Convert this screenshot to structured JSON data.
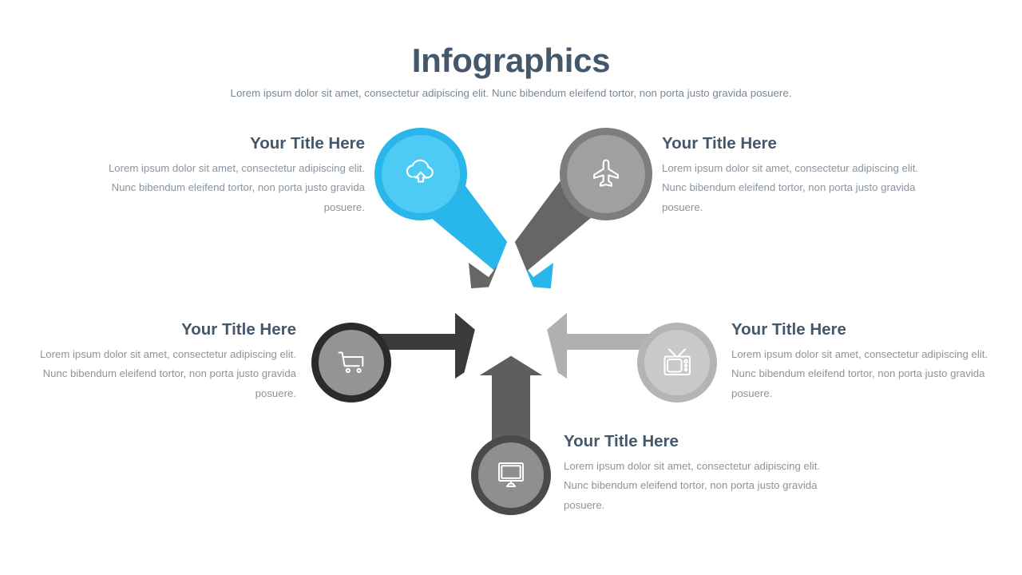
{
  "header": {
    "title": "Infographics",
    "subtitle": "Lorem ipsum dolor sit amet, consectetur adipiscing elit. Nunc bibendum eleifend tortor, non porta justo gravida posuere."
  },
  "colors": {
    "title_text": "#44576b",
    "body_text": "#8a949e",
    "accent_cyan": "#29b6ea",
    "accent_cyan_light": "#4ecbf5",
    "gray_dark": "#666666",
    "gray_dark_ring": "#8c8c8c",
    "charcoal": "#3a3a3a",
    "charcoal_ring": "#262626",
    "gray_mid": "#5e5e5e",
    "gray_light": "#b0b0b0",
    "gray_light_ring": "#a8a8a8",
    "star_fill": "#ffffff",
    "background": "#ffffff"
  },
  "center": {
    "shape": "five-pointed-star",
    "label": "center-star"
  },
  "nodes": [
    {
      "id": "node-cloud",
      "icon": "cloud-upload-icon",
      "position": "top-left",
      "circle_fill": "#4ecbf5",
      "circle_ring": "#29b6ea",
      "arrow_color": "#29b6ea",
      "title": "Your Title Here",
      "body": "Lorem ipsum dolor sit amet, consectetur adipiscing elit. Nunc bibendum eleifend tortor, non porta justo gravida posuere."
    },
    {
      "id": "node-airplane",
      "icon": "airplane-icon",
      "position": "top-right",
      "circle_fill": "#a0a0a0",
      "circle_ring": "#7d7d7d",
      "arrow_color": "#666666",
      "title": "Your Title Here",
      "body": "Lorem ipsum dolor sit amet, consectetur adipiscing elit. Nunc bibendum eleifend tortor, non porta justo gravida posuere."
    },
    {
      "id": "node-cart",
      "icon": "shopping-cart-icon",
      "position": "left",
      "circle_fill": "#949494",
      "circle_ring": "#2b2b2b",
      "arrow_color": "#3a3a3a",
      "title": "Your Title Here",
      "body": "Lorem ipsum dolor sit amet, consectetur adipiscing elit. Nunc bibendum eleifend tortor, non porta justo gravida posuere."
    },
    {
      "id": "node-tv",
      "icon": "television-icon",
      "position": "right",
      "circle_fill": "#c9c9c9",
      "circle_ring": "#b4b4b4",
      "arrow_color": "#b0b0b0",
      "title": "Your Title Here",
      "body": "Lorem ipsum dolor sit amet, consectetur adipiscing elit. Nunc bibendum eleifend tortor, non porta justo gravida posuere."
    },
    {
      "id": "node-monitor",
      "icon": "desktop-monitor-icon",
      "position": "bottom",
      "circle_fill": "#8f8f8f",
      "circle_ring": "#4a4a4a",
      "arrow_color": "#5e5e5e",
      "title": "Your Title Here",
      "body": "Lorem ipsum dolor sit amet, consectetur adipiscing elit. Nunc bibendum eleifend tortor, non porta justo gravida posuere."
    }
  ]
}
